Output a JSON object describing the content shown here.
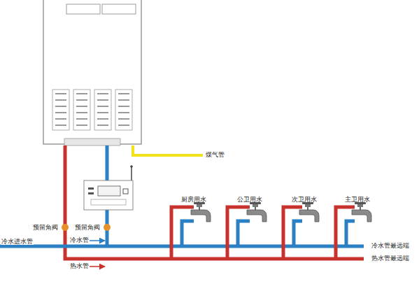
{
  "diagram": {
    "labels": [
      "煤气管",
      "预留角阀",
      "预留角阀",
      "冷水进水管",
      "冷水管",
      "热水管",
      "厨房用水",
      "公卫用水",
      "次卫用水",
      "主卫用水",
      "冷水管最远端",
      "热水管最远端"
    ]
  }
}
